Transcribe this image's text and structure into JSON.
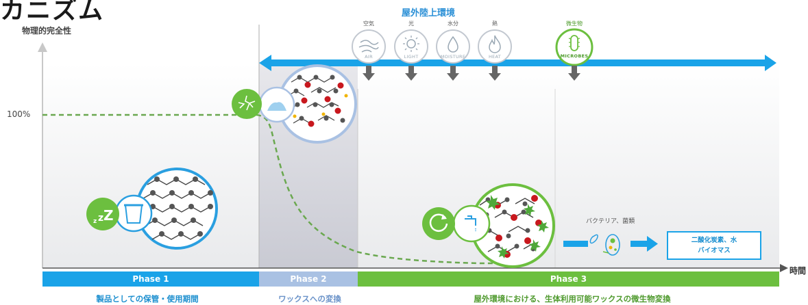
{
  "title": "カニズム",
  "axis": {
    "y_label": "物理的完全性",
    "y_tick": "100%",
    "x_label": "時間"
  },
  "environment": {
    "title": "屋外陸上環境",
    "factors": [
      {
        "label": "空気",
        "name": "AIR"
      },
      {
        "label": "光",
        "name": "LIGHT"
      },
      {
        "label": "水分",
        "name": "MOISTURE"
      },
      {
        "label": "熱",
        "name": "HEAT"
      }
    ],
    "microbes": {
      "label": "微生物",
      "name": "MICROBES"
    }
  },
  "phases": [
    {
      "label": "Phase 1",
      "description": "製品としての保管・使用期間"
    },
    {
      "label": "Phase 2",
      "description": "ワックスへの変換"
    },
    {
      "label": "Phase 3",
      "description": "屋外環境における、生体利用可能ワックスの微生物変換"
    }
  ],
  "bacteria_label": "バクテリア、菌類",
  "output": {
    "line1": "二酸化炭素、水",
    "line2": "バイオマス"
  },
  "colors": {
    "blue": "#1aa3e8",
    "green": "#6cbf3f",
    "dash": "#6aa84f",
    "phase2": "#a9c1e3"
  },
  "icons": [
    "air-icon",
    "sun-icon",
    "water-drop-icon",
    "flame-icon",
    "microbe-icon",
    "sleep-icon",
    "cup-icon",
    "crack-icon",
    "powder-icon",
    "cycle-icon",
    "faucet-icon",
    "bacteria-icon"
  ]
}
